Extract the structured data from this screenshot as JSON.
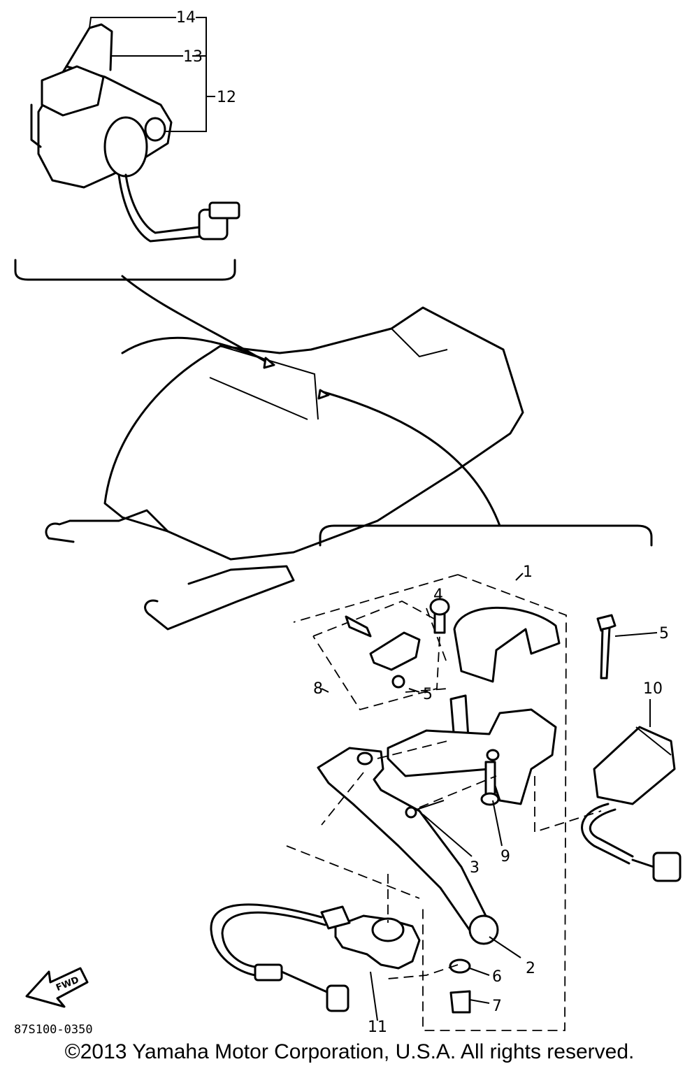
{
  "callouts": {
    "c1": "1",
    "c2": "2",
    "c3": "3",
    "c4": "4",
    "c5a": "5",
    "c5b": "5",
    "c6": "6",
    "c7": "7",
    "c8": "8",
    "c9": "9",
    "c10": "10",
    "c11": "11",
    "c12": "12",
    "c13": "13",
    "c14": "14"
  },
  "fwd_label": "FWD",
  "ref_code": "87S100-0350",
  "copyright": "©2013 Yamaha Motor Corporation, U.S.A. All rights reserved."
}
